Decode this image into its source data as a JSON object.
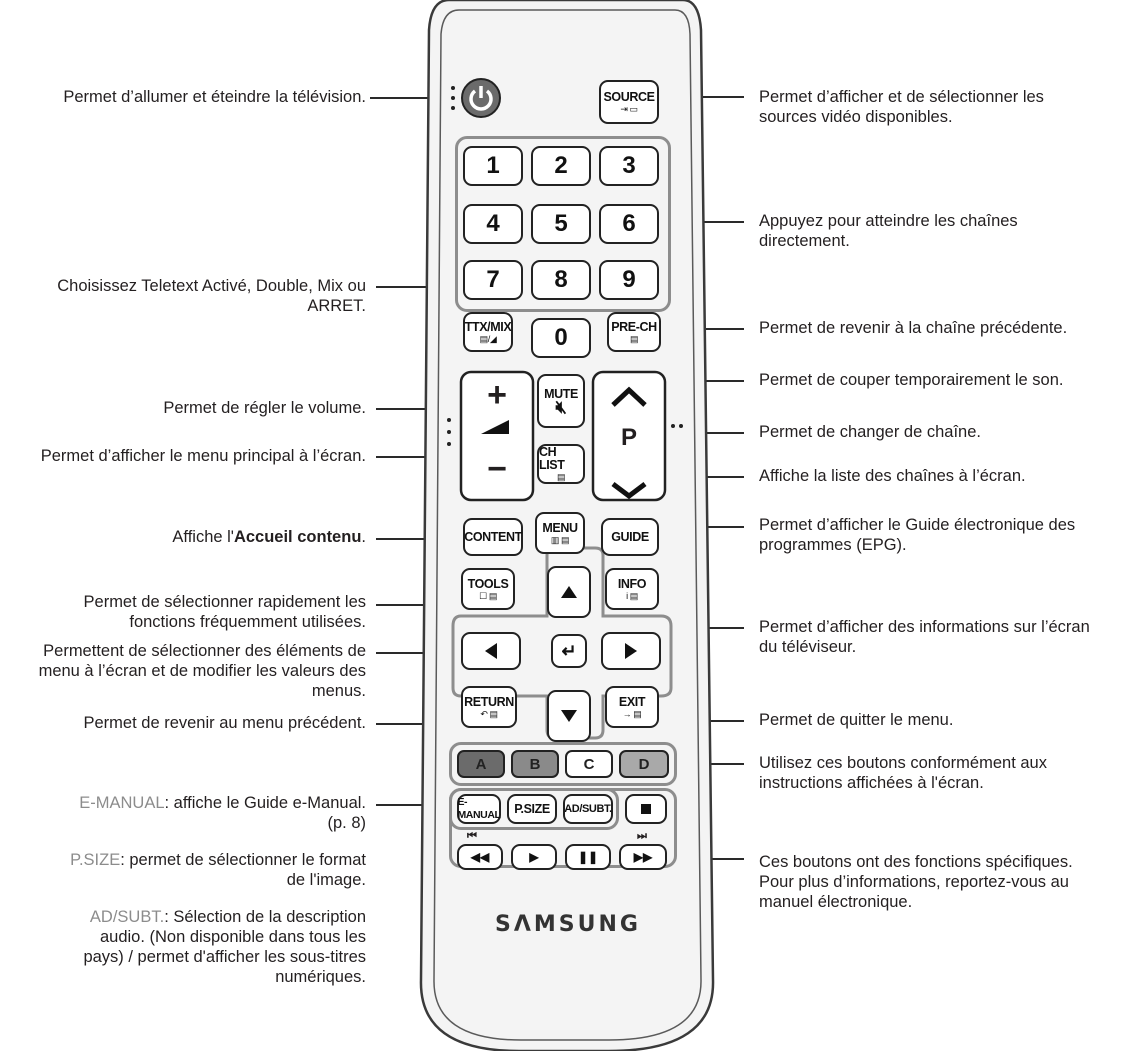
{
  "left_labels": {
    "power": "Permet d’allumer et éteindre la télévision.",
    "teletext": [
      "Choisissez Teletext Activé, Double, Mix ou",
      "ARRET."
    ],
    "volume": "Permet de régler le volume.",
    "menu": "Permet d’afficher le menu principal à l’écran.",
    "content_prefix": "Affiche l'",
    "content_bold": "Accueil contenu",
    "content_suffix": ".",
    "tools": [
      "Permet de sélectionner rapidement les",
      "fonctions fréquemment utilisées."
    ],
    "arrows": [
      "Permettent de sélectionner des éléments de",
      "menu à l’écran et de modifier les valeurs des",
      "menus."
    ],
    "return": "Permet de revenir au menu précédent.",
    "emanual_term": "E-MANUAL",
    "emanual_desc": ": affiche le Guide e-Manual.",
    "emanual_page": "(p. 8)",
    "psize_term": "P.SIZE",
    "psize_desc": ": permet de sélectionner le format",
    "psize_desc2": "de l'image.",
    "adsubt_term": "AD/SUBT.",
    "adsubt_desc": ": Sélection de la description",
    "adsubt_desc2": [
      "audio. (Non disponible dans tous les",
      "pays) / permet d'afficher les sous-titres",
      "numériques."
    ]
  },
  "right_labels": {
    "source": [
      "Permet d’afficher et de sélectionner les",
      "sources vidéo disponibles."
    ],
    "numbers": [
      "Appuyez pour atteindre les chaînes",
      "directement."
    ],
    "prech": "Permet de revenir à la chaîne précédente.",
    "mute": "Permet de couper temporairement le son.",
    "channel": "Permet de changer de chaîne.",
    "chlist": "Affiche la liste des chaînes à l’écran.",
    "guide": [
      "Permet d’afficher le Guide électronique des",
      "programmes (EPG)."
    ],
    "info": [
      "Permet d’afficher des informations sur l’écran",
      "du téléviseur."
    ],
    "exit": "Permet de quitter le menu.",
    "color": [
      "Utilisez ces boutons conformément aux",
      "instructions affichées à l'écran."
    ],
    "special": [
      "Ces boutons ont des fonctions spécifiques.",
      "Pour plus d’informations, reportez-vous au",
      "manuel électronique."
    ]
  },
  "remote": {
    "source": "SOURCE",
    "digits": [
      "1",
      "2",
      "3",
      "4",
      "5",
      "6",
      "7",
      "8",
      "9",
      "0"
    ],
    "ttx": "TTX/MIX",
    "prech": "PRE-CH",
    "mute": "MUTE",
    "plus": "+",
    "minus": "−",
    "p": "P",
    "chlist": "CH LIST",
    "content": "CONTENT",
    "menu": "MENU",
    "guide": "GUIDE",
    "tools": "TOOLS",
    "info": "INFO",
    "return": "RETURN",
    "exit": "EXIT",
    "colors": [
      "A",
      "B",
      "C",
      "D"
    ],
    "emanual": "E-MANUAL",
    "psize": "P.SIZE",
    "adsubt": "AD/SUBT.",
    "brand": "SΛMSUNG"
  },
  "colors": {
    "a": "#6b6b6b",
    "b": "#8a8a8a",
    "c": "#ffffff",
    "d": "#a9a9a9",
    "frame": "#8d8d8d"
  }
}
